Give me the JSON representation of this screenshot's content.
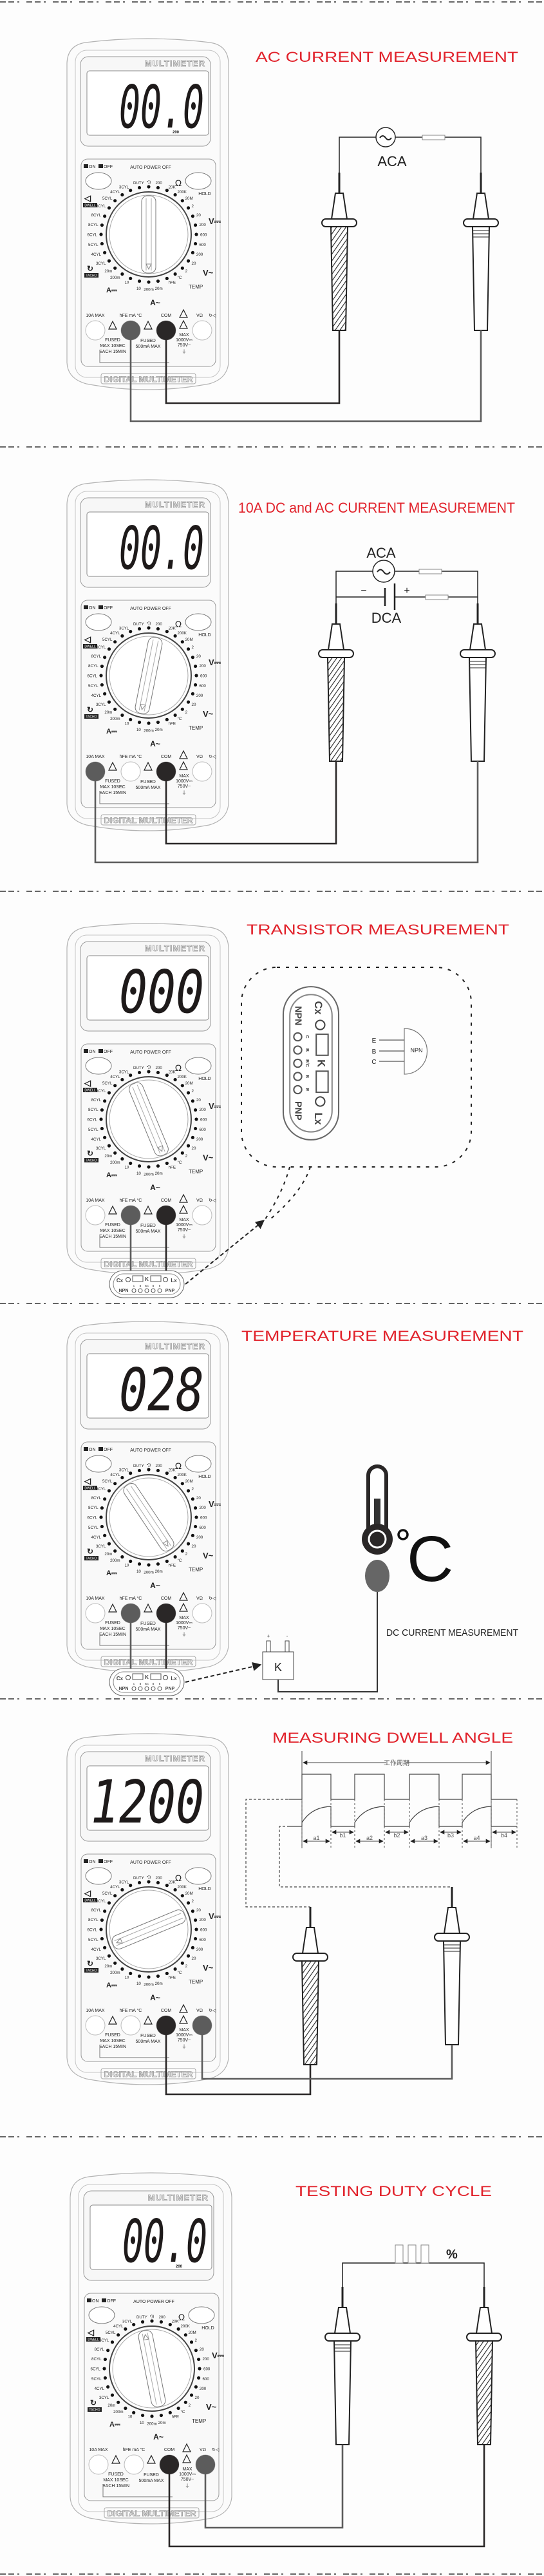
{
  "meter": {
    "brand_label": "MULTIMETER",
    "power_on": "ON",
    "power_off": "OFF",
    "auto_power_off": "AUTO POWER OFF",
    "hold": "HOLD",
    "ohm": "Ω",
    "dwell": "DWELL",
    "tach": "TACHO",
    "v_dc": "V⎓",
    "v_ac": "V~",
    "temp": "TEMP",
    "a_dc": "A⎓",
    "a_ac": "A~",
    "jacks": [
      "10A MAX",
      "hFE mA °C",
      "COM",
      "VΩ"
    ],
    "fuse_10a": [
      "FUSED",
      "MAX  10SEC",
      "EACH 15MIN"
    ],
    "fuse_ma": [
      "FUSED",
      "500mA MAX"
    ],
    "max_v": [
      "MAX",
      "1000V⎓",
      "750V~"
    ],
    "model_plate": "DIGITAL MULTIMETER",
    "dial_positions": [
      "•))",
      "200",
      "20K",
      "200K",
      "20M",
      "2",
      "20",
      "200",
      "600",
      "600",
      "200",
      "20",
      "2",
      "°C",
      "hFE",
      "20m",
      "200m",
      "10",
      "10",
      "200m",
      "20m",
      "3CYL",
      "4CYL",
      "5CYL",
      "6CYL",
      "8CYL",
      "8CYL",
      "6CYL",
      "5CYL",
      "4CYL",
      "3CYL",
      "DUTY"
    ],
    "socket": {
      "cx": "Cx",
      "k": "K",
      "lx": "Lx",
      "npn": "NPN",
      "pnp": "PNP",
      "pins": [
        "C",
        "B",
        "E/C",
        "B",
        "E"
      ]
    }
  },
  "colors": {
    "title": "#e1222b",
    "black_lead": "#2a2727",
    "gray_lead": "#5c5c5c"
  },
  "sections": [
    {
      "title": "AC CURRENT MEASUREMENT",
      "display": "00.0",
      "range_label": "200",
      "dial_setting": 16,
      "plugs": [
        {
          "jack": 1,
          "color": "#5c5c5c"
        },
        {
          "jack": 2,
          "color": "#2a2727"
        }
      ],
      "has_socket": false,
      "diagram": {
        "source_label": "ACA"
      }
    },
    {
      "title": "10A DC and AC CURRENT MEASUREMENT",
      "display": "00.0",
      "range_label": "",
      "dial_setting": 17,
      "plugs": [
        {
          "jack": 0,
          "color": "#5c5c5c"
        },
        {
          "jack": 2,
          "color": "#2a2727"
        }
      ],
      "has_socket": false,
      "diagram": {
        "ac_label": "ACA",
        "dc_label": "DCA",
        "minus": "−",
        "plus": "+"
      }
    },
    {
      "title": "TRANSISTOR MEASUREMENT",
      "display": "000",
      "range_label": "",
      "dial_setting": 14,
      "plugs": [
        {
          "jack": 1,
          "color": "#5c5c5c"
        },
        {
          "jack": 2,
          "color": "#2a2727"
        }
      ],
      "has_socket": true,
      "diagram": {
        "leads": [
          "E",
          "B",
          "C"
        ],
        "type": "NPN"
      }
    },
    {
      "title": "TEMPERATURE MEASUREMENT",
      "display": "028",
      "range_label": "",
      "dial_setting": 13,
      "plugs": [
        {
          "jack": 1,
          "color": "#5c5c5c"
        },
        {
          "jack": 2,
          "color": "#2a2727"
        }
      ],
      "has_socket": true,
      "diagram": {
        "unit": "C",
        "probe_type": "K",
        "plus": "+",
        "minus": "-",
        "overlay_text": "DC CURRENT MEASUREMENT"
      }
    },
    {
      "title": "MEASURING DWELL ANGLE",
      "display": "1200",
      "range_label": "",
      "dial_setting": 22,
      "plugs": [
        {
          "jack": 2,
          "color": "#2a2727"
        },
        {
          "jack": 3,
          "color": "#5c5c5c"
        }
      ],
      "has_socket": false,
      "diagram": {
        "period_label": "工作周期",
        "a_labels": [
          "a1",
          "a2",
          "a3",
          "a4"
        ],
        "b_labels": [
          "b1",
          "b2",
          "b3",
          "b4"
        ]
      }
    },
    {
      "title": "TESTING DUTY CYCLE",
      "display": "00.0",
      "range_label": "200",
      "dial_setting": 31,
      "plugs": [
        {
          "jack": 2,
          "color": "#2a2727"
        },
        {
          "jack": 3,
          "color": "#5c5c5c"
        }
      ],
      "has_socket": false,
      "diagram": {
        "unit": "%"
      }
    }
  ]
}
